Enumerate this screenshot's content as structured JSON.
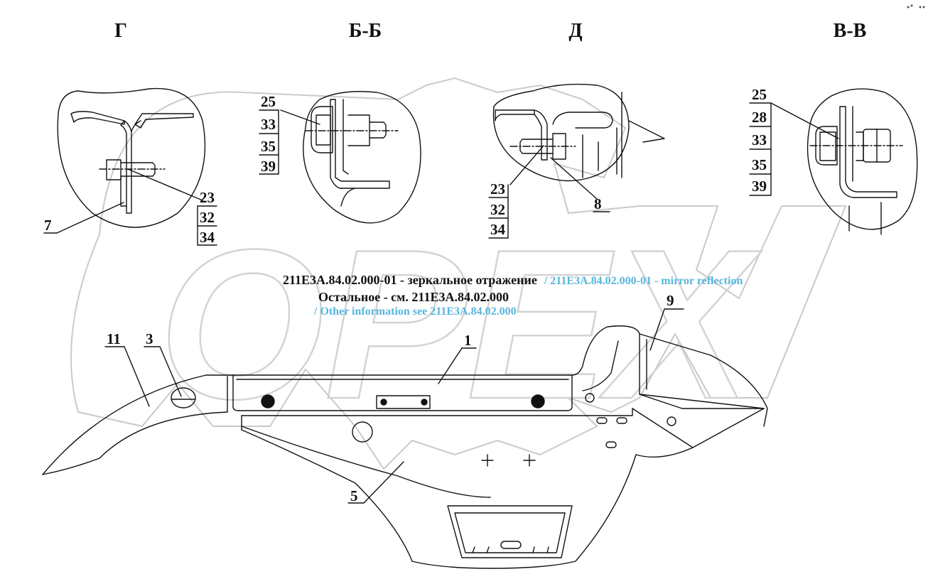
{
  "views": {
    "g": "Г",
    "bb": "Б-Б",
    "d": "Д",
    "vv": "В-В"
  },
  "positions": {
    "p25a": "25",
    "p33a": "33",
    "p35a": "35",
    "p39a": "39",
    "p23g": "23",
    "p32g": "32",
    "p34g": "34",
    "p7": "7",
    "p23d": "23",
    "p32d": "32",
    "p34d": "34",
    "p8": "8",
    "p25b": "25",
    "p28": "28",
    "p33b": "33",
    "p35b": "35",
    "p39b": "39",
    "p9": "9",
    "p11": "11",
    "p3": "3",
    "p1": "1",
    "p5": "5"
  },
  "notes": {
    "mirror_ru": "211Е3А.84.02.000-01 - зеркальное отражение",
    "mirror_en": "/ 211E3A.84.02.000-01 - mirror reflection",
    "other_ru": "Остальное - см. 211Е3А.84.02.000",
    "other_en": "/ Other information see 211E3A.84.02.000"
  },
  "watermark": {
    "text": "OPEX"
  },
  "colors": {
    "line": "#111111",
    "accent_text": "#58b6dc",
    "watermark": "#c8c8c8"
  }
}
